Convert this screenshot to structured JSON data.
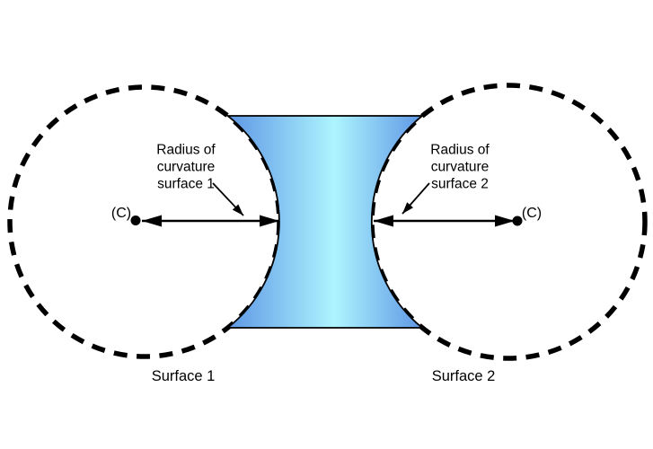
{
  "labels": {
    "radius1": {
      "line1": "Radius of",
      "line2": "curvature",
      "line3": "surface 1"
    },
    "radius2": {
      "line1": "Radius of",
      "line2": "curvature",
      "line3": "surface 2"
    },
    "center1": "(C)",
    "center2": "(C)",
    "surface1": "Surface 1",
    "surface2": "Surface 2"
  },
  "colors": {
    "lens_edge": "#5E97E5",
    "lens_center": "#ADF4FE",
    "line": "#000000",
    "background": "#FFFFFF"
  }
}
